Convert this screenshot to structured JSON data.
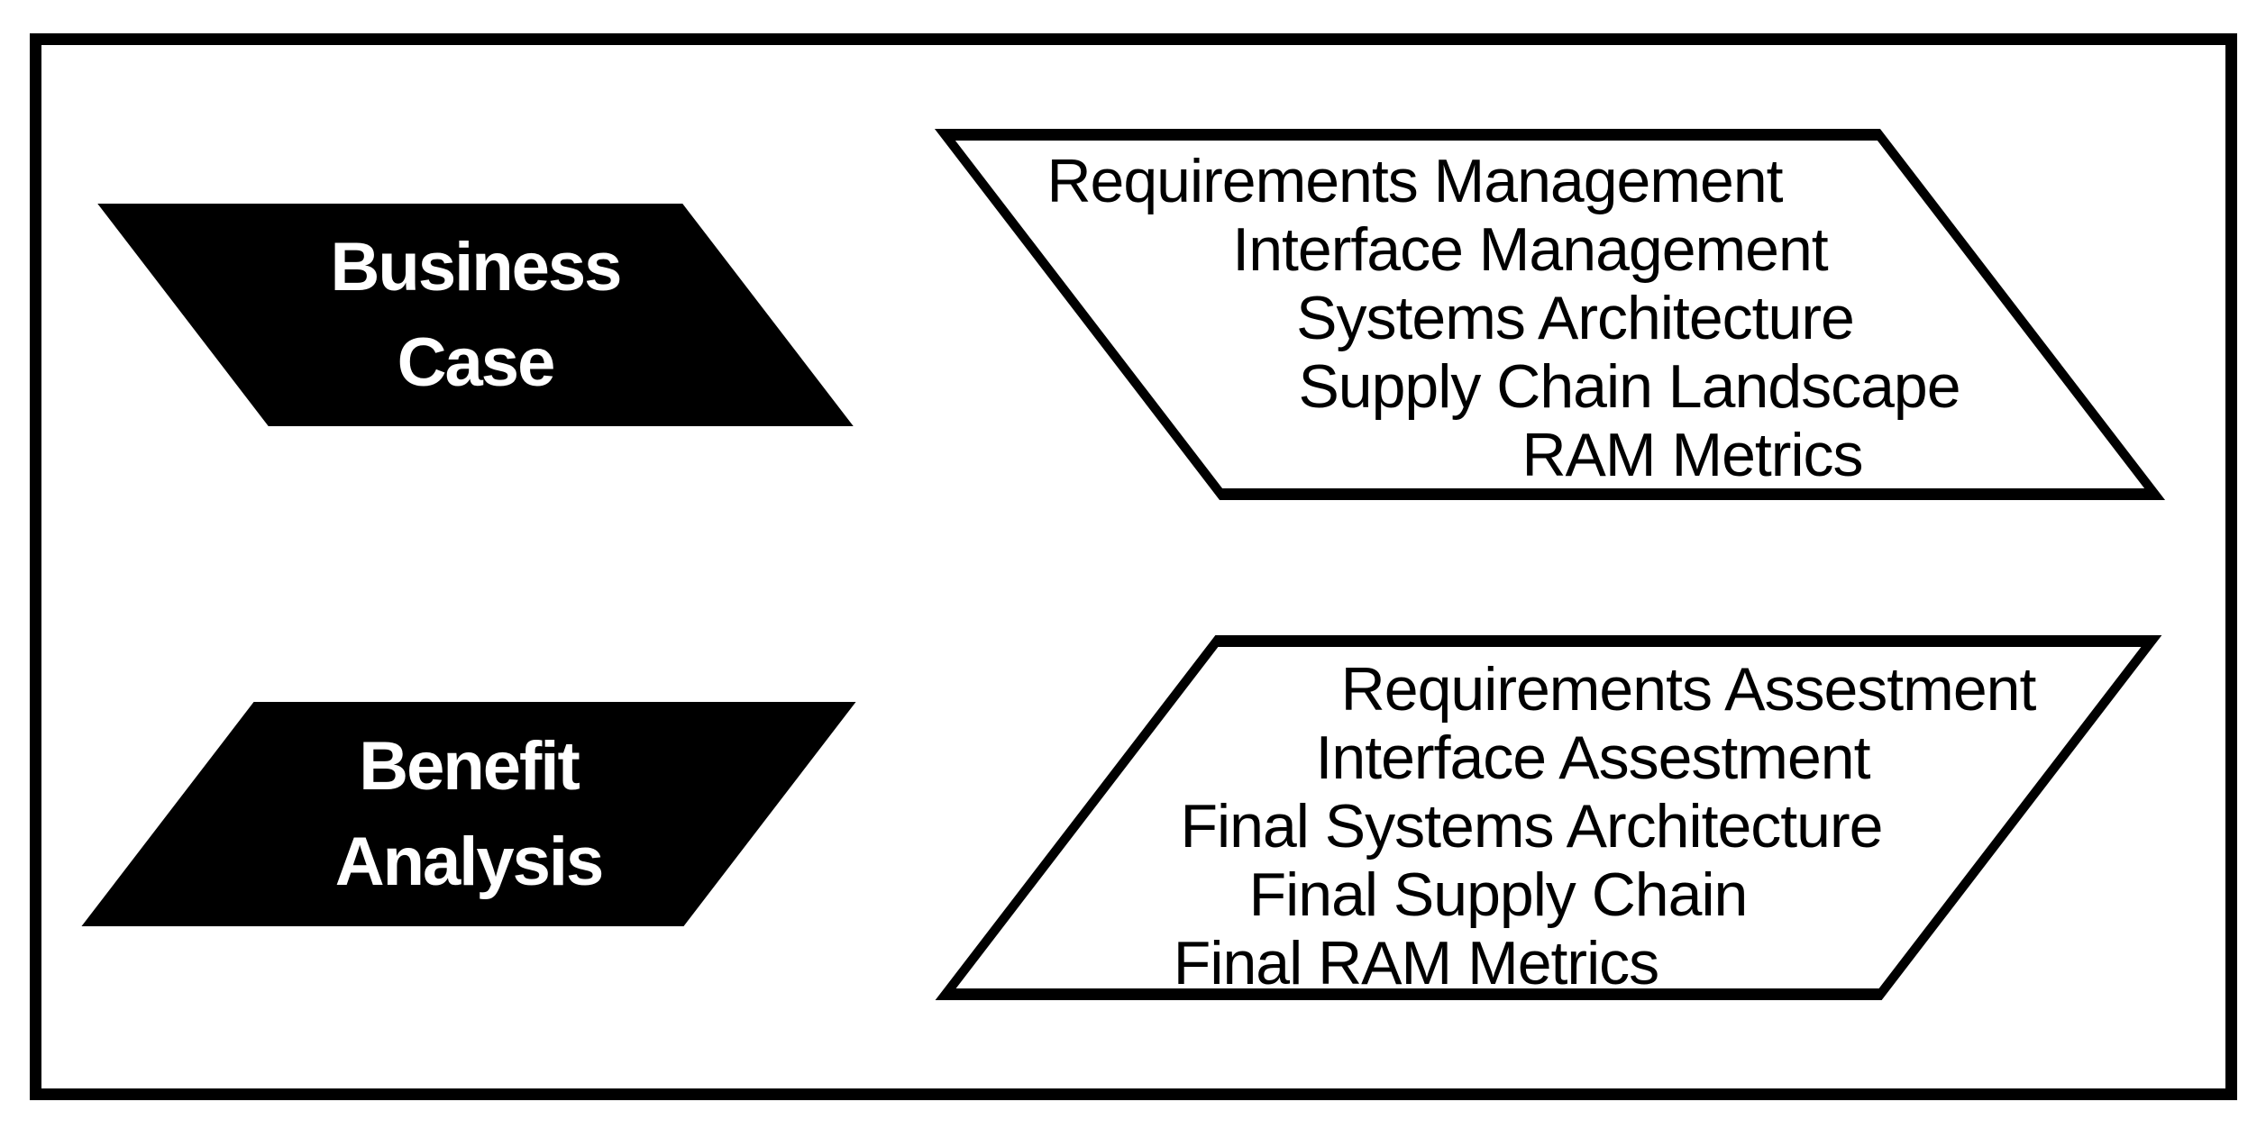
{
  "colors": {
    "background": "#ffffff",
    "frame": "#000000",
    "stage_fill": "#000000",
    "stage_text": "#ffffff",
    "outputs_fill": "#ffffff",
    "outputs_border": "#000000",
    "outputs_text": "#000000"
  },
  "stages": [
    {
      "label_lines": [
        "Business",
        "Case"
      ],
      "outputs": [
        "Requirements Management",
        "Interface Management",
        "Systems Architecture",
        "Supply Chain Landscape",
        "RAM Metrics"
      ]
    },
    {
      "label_lines": [
        "Benefit",
        "Analysis"
      ],
      "outputs": [
        "Requirements Assestment",
        "Interface Assestment",
        "Final Systems Architecture",
        "Final Supply Chain",
        "Final RAM Metrics"
      ]
    }
  ]
}
